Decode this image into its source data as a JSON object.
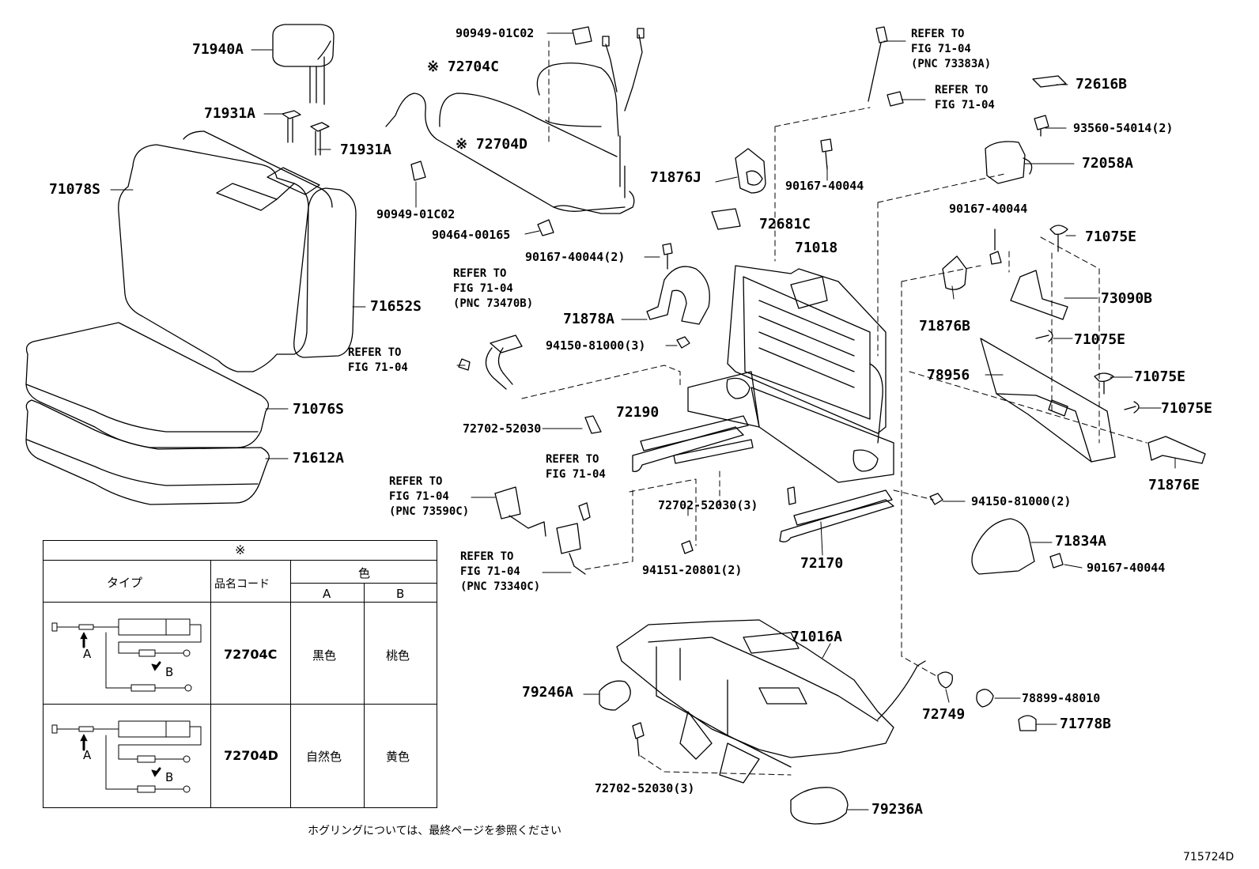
{
  "figure_id": "715724D",
  "note": "ホグリングについては、最終ページを参照ください",
  "parts": {
    "p71940A": "71940A",
    "p71931A_1": "71931A",
    "p71931A_2": "71931A",
    "p71078S": "71078S",
    "p71652S": "71652S",
    "p71076S": "71076S",
    "p71612A": "71612A",
    "p90949_top": "90949-01C02",
    "p72704C": "※ 72704C",
    "p72704D": "※ 72704D",
    "p90949_bot": "90949-01C02",
    "p90464": "90464-00165",
    "p90167_2": "90167-40044(2)",
    "p71878A": "71878A",
    "p94150_3": "94150-81000(3)",
    "p72190": "72190",
    "p72702_a": "72702-52030",
    "p72702_3a": "72702-52030(3)",
    "p94151": "94151-20801(2)",
    "p72170": "72170",
    "p94150_2": "94150-81000(2)",
    "p71876J": "71876J",
    "p90167_a": "90167-40044",
    "p72681C": "72681C",
    "p71018": "71018",
    "p72616B": "72616B",
    "p93560": "93560-54014(2)",
    "p72058A": "72058A",
    "p90167_b": "90167-40044",
    "p71075E_1": "71075E",
    "p71876B": "71876B",
    "p73090B": "73090B",
    "p71075E_2": "71075E",
    "p78956": "78956",
    "p71075E_3": "71075E",
    "p71075E_4": "71075E",
    "p71876E": "71876E",
    "p71834A": "71834A",
    "p90167_c": "90167-40044",
    "p71016A": "71016A",
    "p79246A": "79246A",
    "p72749": "72749",
    "p78899": "78899-48010",
    "p71778B": "71778B",
    "p72702_3b": "72702-52030(3)",
    "p79236A": "79236A"
  },
  "refs": {
    "r73383A": "REFER TO\nFIG 71-04\n(PNC 73383A)",
    "r_fig_top": "REFER TO\nFIG 71-04",
    "r73470B": "REFER TO\nFIG 71-04\n(PNC 73470B)",
    "r_fig_left": "REFER TO\nFIG 71-04",
    "r73590C": "REFER TO\nFIG 71-04\n(PNC 73590C)",
    "r_fig_mid": "REFER TO\nFIG 71-04",
    "r73340C": "REFER TO\nFIG 71-04\n(PNC 73340C)"
  },
  "legend": {
    "title": "※",
    "col_type": "タイプ",
    "col_code": "品名コード",
    "col_color": "色",
    "col_a": "A",
    "col_b": "B",
    "rows": [
      {
        "code": "72704C",
        "color_a": "黒色",
        "color_b": "桃色",
        "mark_a": "A",
        "mark_b": "B"
      },
      {
        "code": "72704D",
        "color_a": "自然色",
        "color_b": "黄色",
        "mark_a": "A",
        "mark_b": "B"
      }
    ]
  }
}
